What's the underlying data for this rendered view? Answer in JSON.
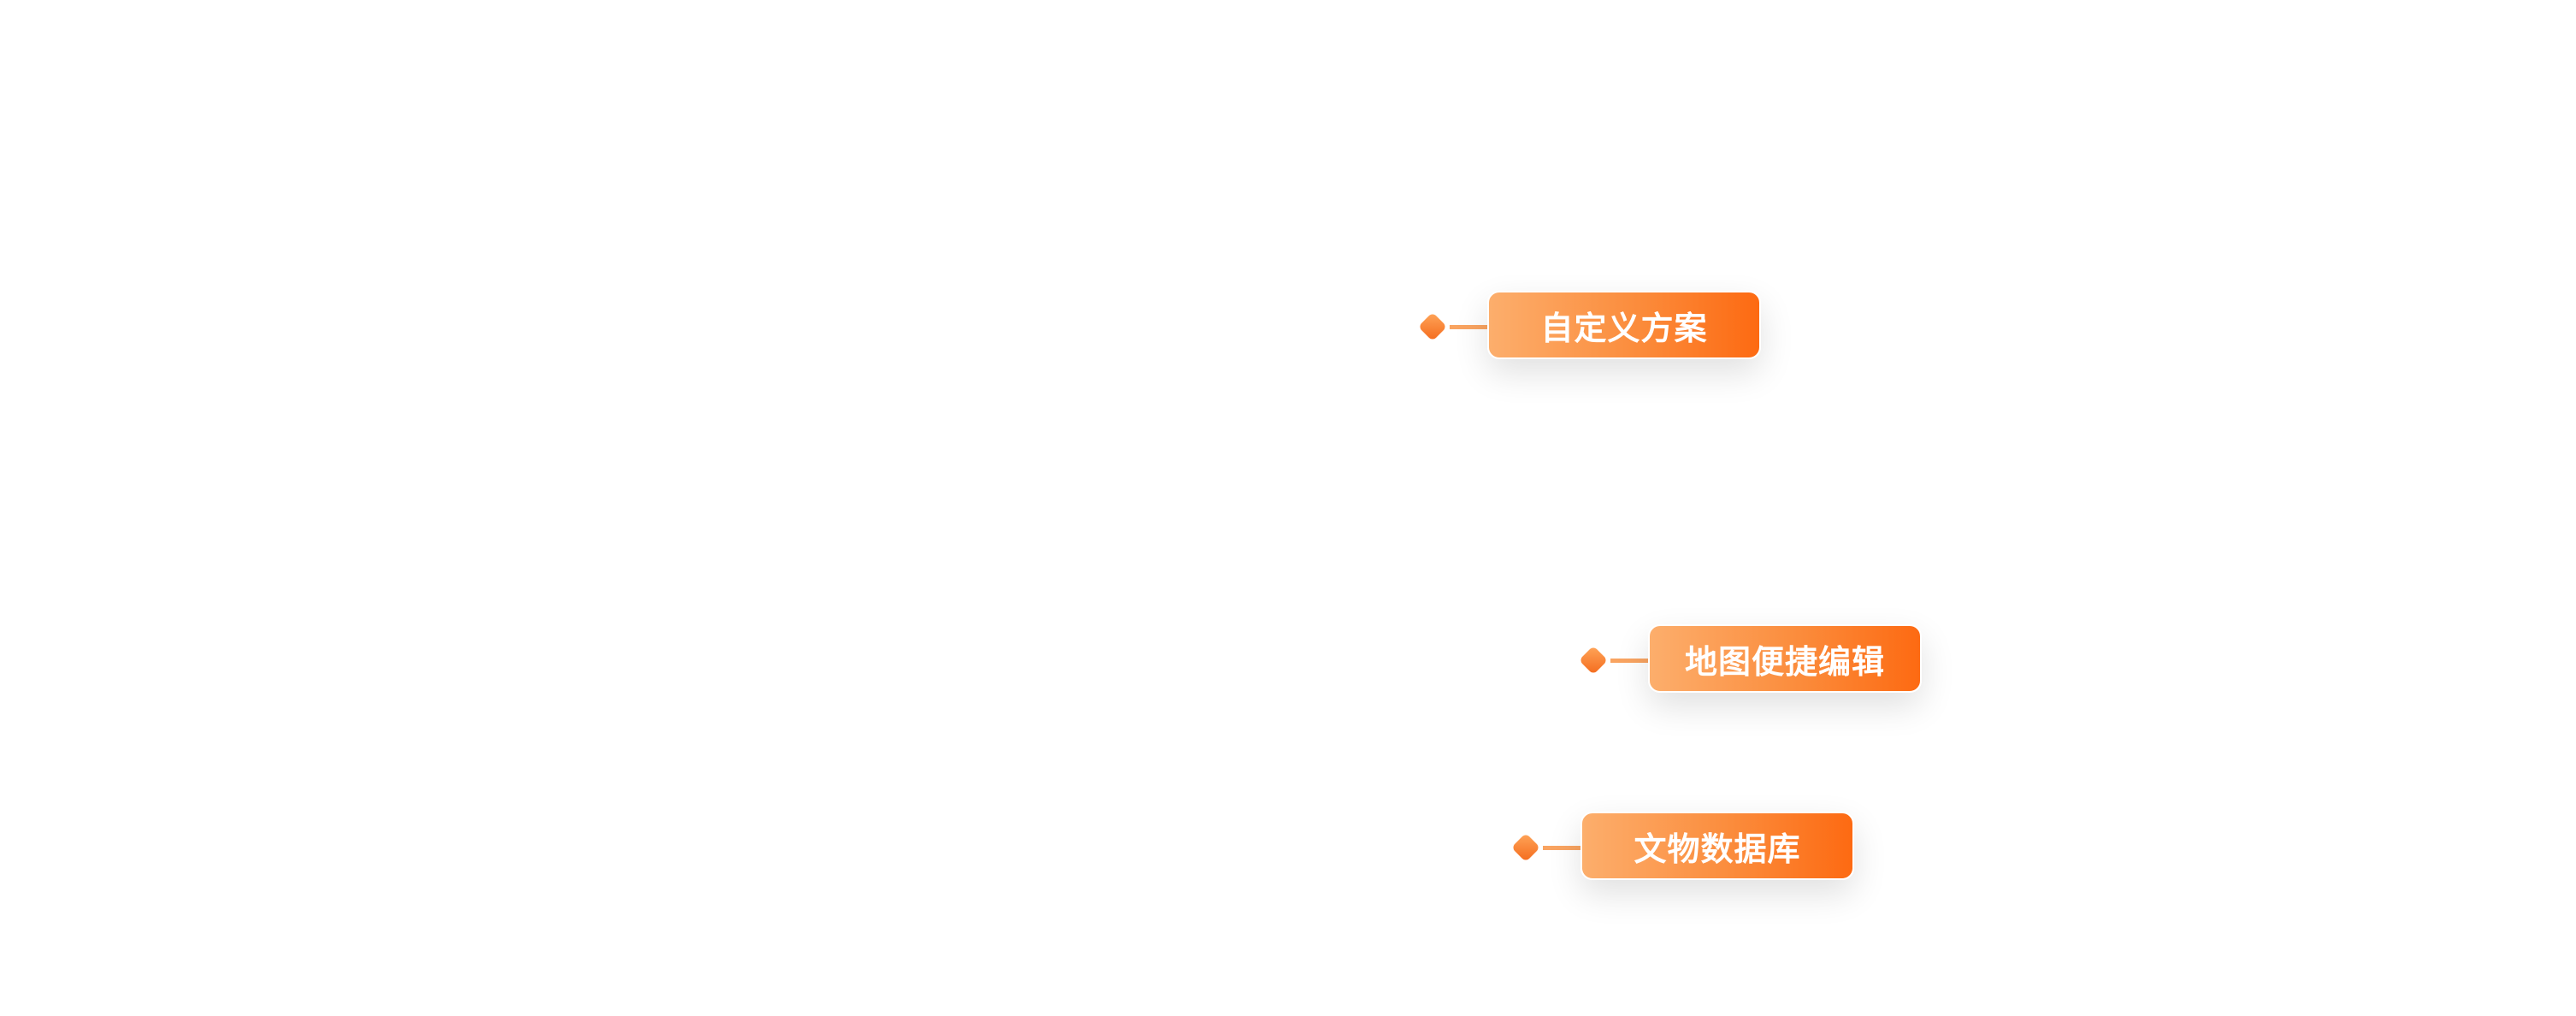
{
  "features": [
    {
      "label": "自定义方案",
      "icon": "diamond-marker-icon"
    },
    {
      "label": "地图便捷编辑",
      "icon": "diamond-marker-icon"
    },
    {
      "label": "文物数据库",
      "icon": "diamond-marker-icon"
    }
  ],
  "colors": {
    "gradient_start": "#fcae6c",
    "gradient_end": "#fd6a12",
    "connector": "#f9a461"
  }
}
